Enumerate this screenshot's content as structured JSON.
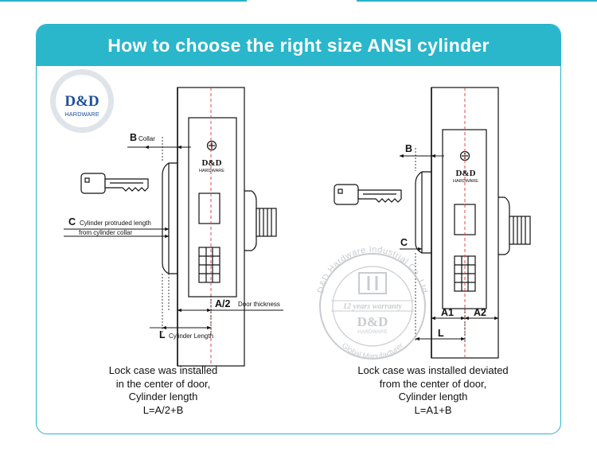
{
  "title": "How to choose the right size ANSI cylinder",
  "logo": {
    "brand": "D&D",
    "sub": "HARDWARE"
  },
  "lock_face": {
    "brand": "D&D",
    "sub": "HARDWARE"
  },
  "left_diagram": {
    "labels": {
      "b_letter": "B",
      "b_text": "Collar",
      "c_letter": "C",
      "c_text_1": "Cylinder protruded length",
      "c_text_2": "from cylinder collar",
      "a2_letter": "A/2",
      "a2_text": "Door thickness",
      "l_letter": "L",
      "l_text": "Cylinder Length"
    },
    "caption": [
      "Lock case was installed",
      "in the center of door,",
      "Cylinder length",
      "L=A/2+B"
    ]
  },
  "right_diagram": {
    "labels": {
      "b": "B",
      "c": "C",
      "a1": "A1",
      "a2": "A2",
      "l": "L"
    },
    "caption": [
      "Lock case was installed deviated",
      "from the center of door,",
      "Cylinder length",
      "L=A1+B"
    ]
  },
  "watermark": {
    "ring_text": "D&D Hardware Industrial Co.,Ltd",
    "warranty": "12 years warranty",
    "brand": "D&D",
    "sub": "HARDWARE",
    "bottom_text": "Global Manufacturer"
  },
  "colors": {
    "accent": "#2ab6cb",
    "logo_blue": "#1e4f9c",
    "centerline": "#e04848",
    "watermark": "#b8bcc0"
  }
}
